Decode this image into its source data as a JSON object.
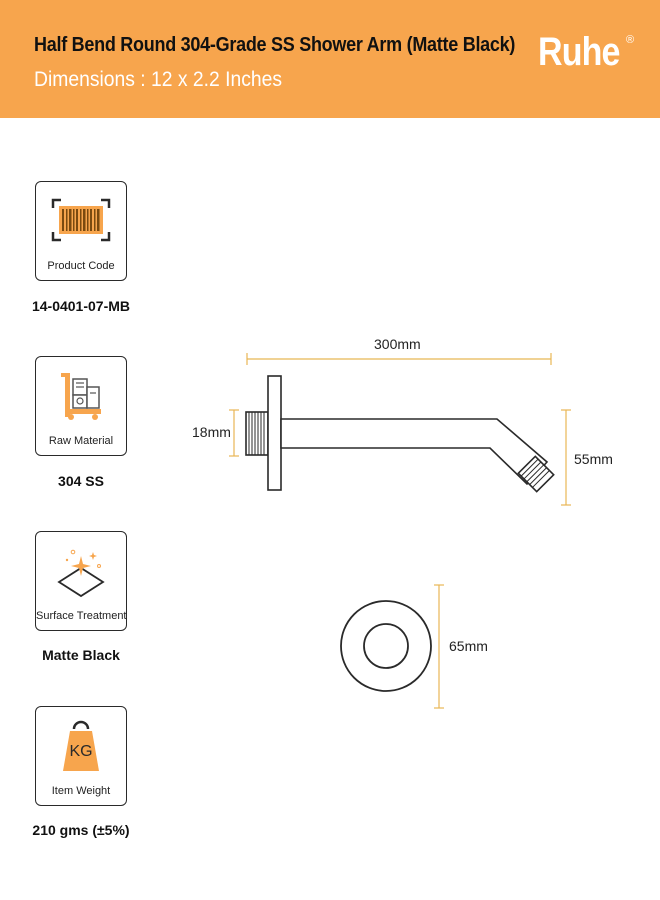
{
  "header": {
    "title": "Half Bend Round 304-Grade SS Shower Arm (Matte Black)",
    "subtitle": "Dimensions : 12 x 2.2 Inches",
    "brand": "Ruhe",
    "registered_mark": "®",
    "background_color": "#f7a54d"
  },
  "specs": [
    {
      "label": "Product Code",
      "value": "14-0401-07-MB",
      "icon": "barcode-icon"
    },
    {
      "label": "Raw Material",
      "value": "304 SS",
      "icon": "material-cart-icon"
    },
    {
      "label": "Surface Treatment",
      "value": "Matte Black",
      "icon": "sparkle-surface-icon"
    },
    {
      "label": "Item Weight",
      "value": "210 gms (±5%)",
      "icon": "kg-weight-icon"
    }
  ],
  "weight_icon_text": "KG",
  "dimensions": {
    "length": "300mm",
    "thread": "18mm",
    "drop": "55mm",
    "flange": "65mm"
  },
  "colors": {
    "accent": "#f7a54d",
    "dimension_line": "#e8b655",
    "outline": "#2a2a2a"
  }
}
